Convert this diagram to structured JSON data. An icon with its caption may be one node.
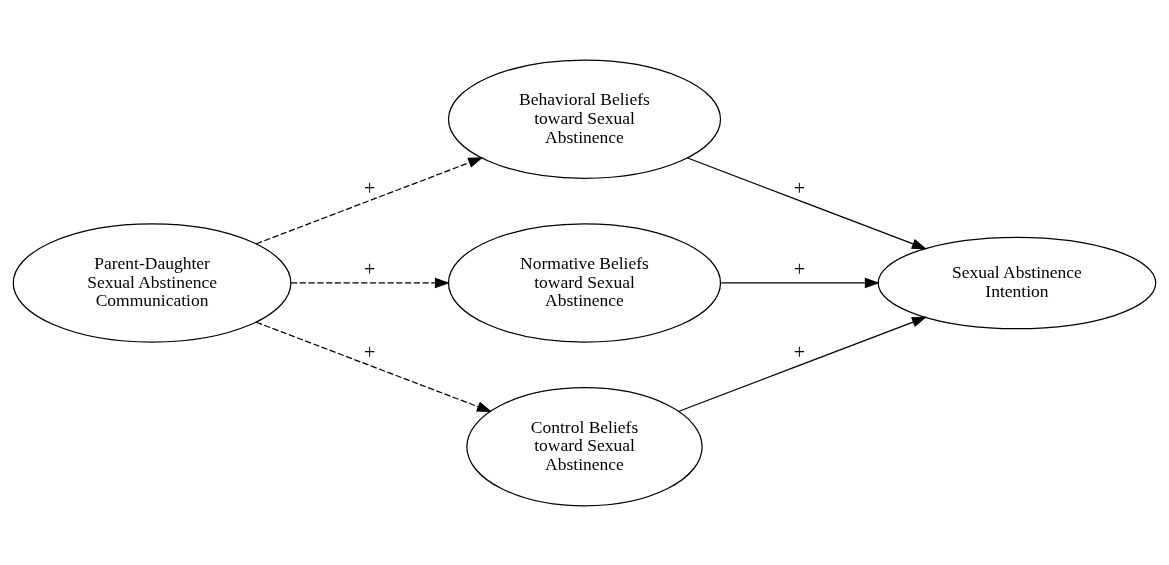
{
  "diagram": {
    "nodes": [
      {
        "text": [
          "Parent-Daughter Sexual Abstinence Communication"
        ]
      },
      {
        "text": [
          "Behavioral Beliefs toward Sexual Abstinence"
        ]
      },
      {
        "text": [
          "Normative Beliefs toward Sexual Abstinence"
        ]
      },
      {
        "text": [
          "Control Beliefs toward Sexual Abstinence"
        ]
      },
      {
        "text": [
          "Sexual Abstinence Intention"
        ]
      }
    ],
    "edges": [
      {
        "from": 0,
        "to": 1,
        "arrow": "to",
        "label": "+",
        "style": "dashed"
      },
      {
        "from": 0,
        "to": 2,
        "arrow": "to",
        "label": "+",
        "style": "dashed"
      },
      {
        "from": 0,
        "to": 3,
        "arrow": "to",
        "label": "+",
        "style": "dashed"
      },
      {
        "from": 1,
        "to": 4,
        "arrow": "to",
        "label": "+"
      },
      {
        "from": 2,
        "to": 4,
        "arrow": "to",
        "label": "+"
      },
      {
        "from": 3,
        "to": 4,
        "arrow": "to",
        "label": "+"
      }
    ]
  }
}
